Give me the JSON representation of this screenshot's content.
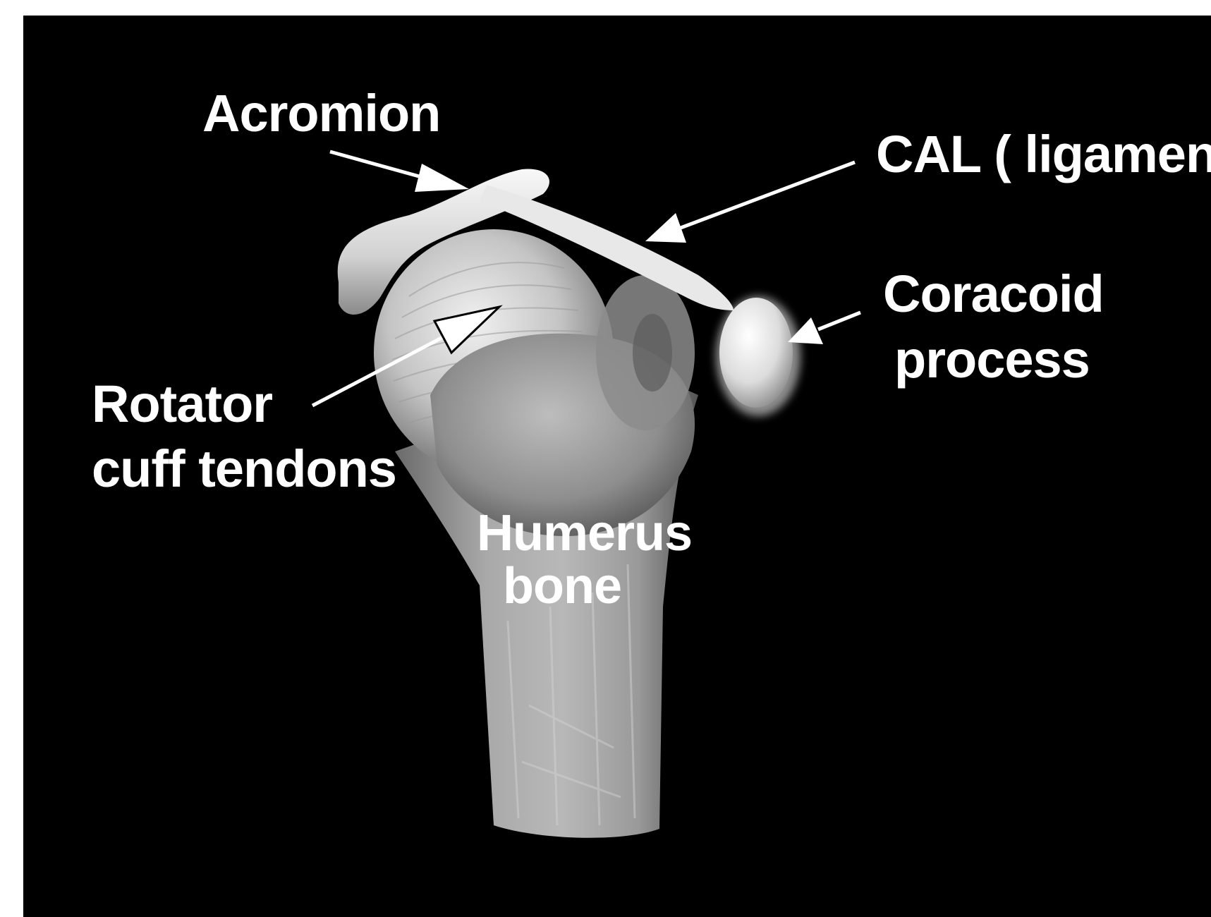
{
  "labels": {
    "acromion": "Acromion",
    "cal": "CAL ( ligament)",
    "coracoid_line1": "Coracoid",
    "coracoid_line2": "process",
    "rotator_line1": "Rotator",
    "rotator_line2": "cuff tendons",
    "humerus_line1": "Humerus",
    "humerus_line2": "bone"
  },
  "colors": {
    "background": "#000000",
    "frame": "#ffffff",
    "label": "#ffffff",
    "bone_light": "#e6e6e6",
    "bone_mid": "#a8a8a8",
    "bone_dark": "#5a5a5a"
  }
}
